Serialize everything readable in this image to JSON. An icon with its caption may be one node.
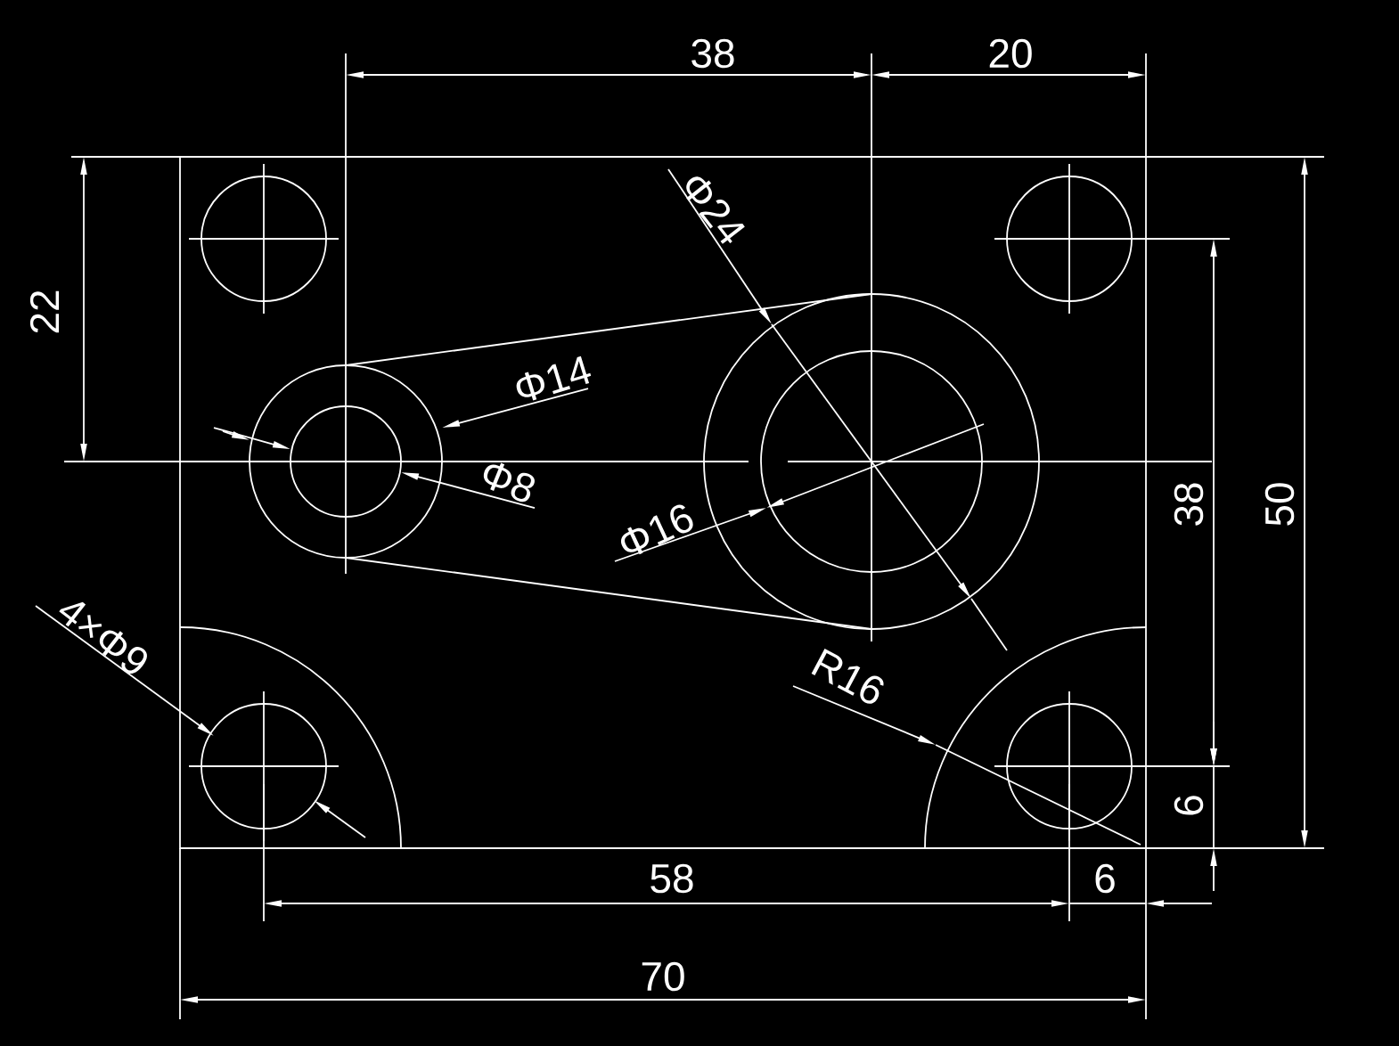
{
  "diagram": {
    "labels": [
      "38",
      "20",
      "Φ24",
      "22",
      "Φ14",
      "Φ8",
      "Φ16",
      "38",
      "50",
      "4×Φ9",
      "R16",
      "6",
      "58",
      "6",
      "70"
    ]
  }
}
